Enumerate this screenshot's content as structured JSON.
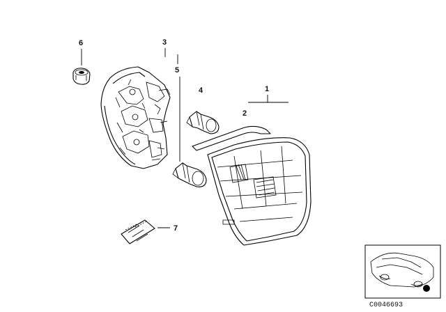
{
  "callouts": {
    "c1": "1",
    "c2": "2",
    "c3": "3",
    "c4": "4",
    "c5": "5",
    "c6": "6",
    "c7": "7"
  },
  "thumbnail": {
    "code": "C0046693"
  }
}
